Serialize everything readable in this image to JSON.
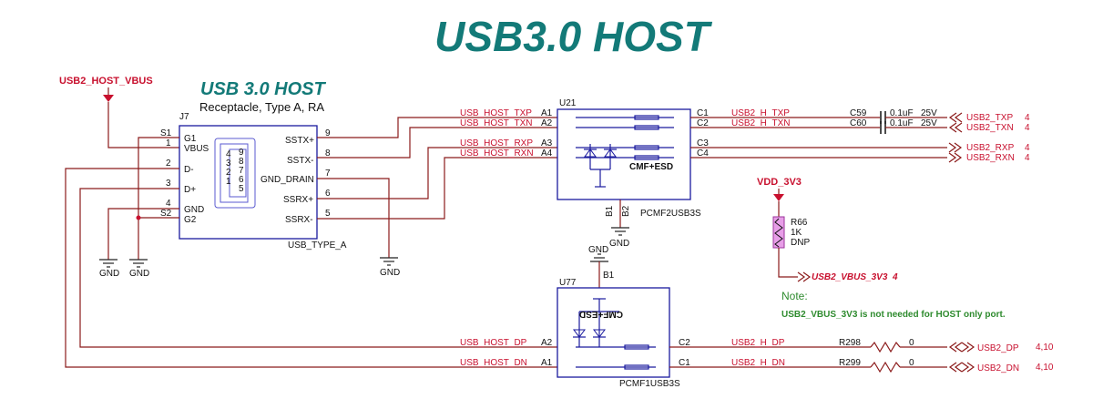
{
  "title": "USB3.0 HOST",
  "connector": {
    "heading": "USB 3.0 HOST",
    "description": "Receptacle, Type A, RA",
    "refdes": "J7",
    "part": "USB_TYPE_A",
    "left_pins": [
      {
        "num": "S1",
        "name": "G1"
      },
      {
        "num": "1",
        "name": "VBUS"
      },
      {
        "num": "2",
        "name": "D-"
      },
      {
        "num": "3",
        "name": "D+"
      },
      {
        "num": "4",
        "name": "GND"
      },
      {
        "num": "S2",
        "name": "G2"
      }
    ],
    "right_pins": [
      {
        "num": "9",
        "name": "SSTX+"
      },
      {
        "num": "8",
        "name": "SSTX-"
      },
      {
        "num": "7",
        "name": "GND_DRAIN"
      },
      {
        "num": "6",
        "name": "SSRX+"
      },
      {
        "num": "5",
        "name": "SSRX-"
      }
    ],
    "inner_pins": [
      "9",
      "8",
      "7",
      "6",
      "5",
      "1",
      "2",
      "3",
      "4"
    ]
  },
  "nets": {
    "vbus": "USB2_HOST_VBUS",
    "gnd": "GND",
    "vdd": "VDD_3V3",
    "host_left": [
      "USB_HOST_TXP",
      "USB_HOST_TXN",
      "USB_HOST_RXP",
      "USB_HOST_RXN"
    ],
    "h_txp": "USB2_H_TXP",
    "h_txn": "USB2_H_TXN",
    "dp": "USB_HOST_DP",
    "dn": "USB_HOST_DN",
    "h_dp": "USB2_H_DP",
    "h_dn": "USB2_H_DN"
  },
  "u21": {
    "refdes": "U21",
    "part": "PCMF2USB3S",
    "label": "CMF+ESD",
    "left_pins": [
      "A1",
      "A2",
      "A3",
      "A4"
    ],
    "right_pins": [
      "C1",
      "C2",
      "C3",
      "C4"
    ],
    "bottom_pins": [
      "B1",
      "B2"
    ]
  },
  "u77": {
    "refdes": "U77",
    "part": "PCMF1USB3S",
    "label": "CMF+ESD",
    "top_pin": "B1",
    "left_pins": [
      "A2",
      "A1"
    ],
    "right_pins": [
      "C2",
      "C1"
    ]
  },
  "caps": [
    {
      "ref": "C59",
      "value": "0.1uF",
      "voltage": "25V"
    },
    {
      "ref": "C60",
      "value": "0.1uF",
      "voltage": "25V"
    }
  ],
  "outputs": [
    {
      "name": "USB2_TXP",
      "page": "4"
    },
    {
      "name": "USB2_TXN",
      "page": "4"
    },
    {
      "name": "USB2_RXP",
      "page": "4"
    },
    {
      "name": "USB2_RXN",
      "page": "4"
    },
    {
      "name": "USB2_DP",
      "page": "4,10"
    },
    {
      "name": "USB2_DN",
      "page": "4,10"
    }
  ],
  "r66": {
    "ref": "R66",
    "value": "1K",
    "dnp": "DNP",
    "net": "USB2_VBUS_3V3",
    "page": "4"
  },
  "resistors": [
    {
      "ref": "R298",
      "value": "0"
    },
    {
      "ref": "R299",
      "value": "0"
    }
  ],
  "note": {
    "heading": "Note:",
    "text": "USB2_VBUS_3V3 is not needed for HOST only port."
  }
}
